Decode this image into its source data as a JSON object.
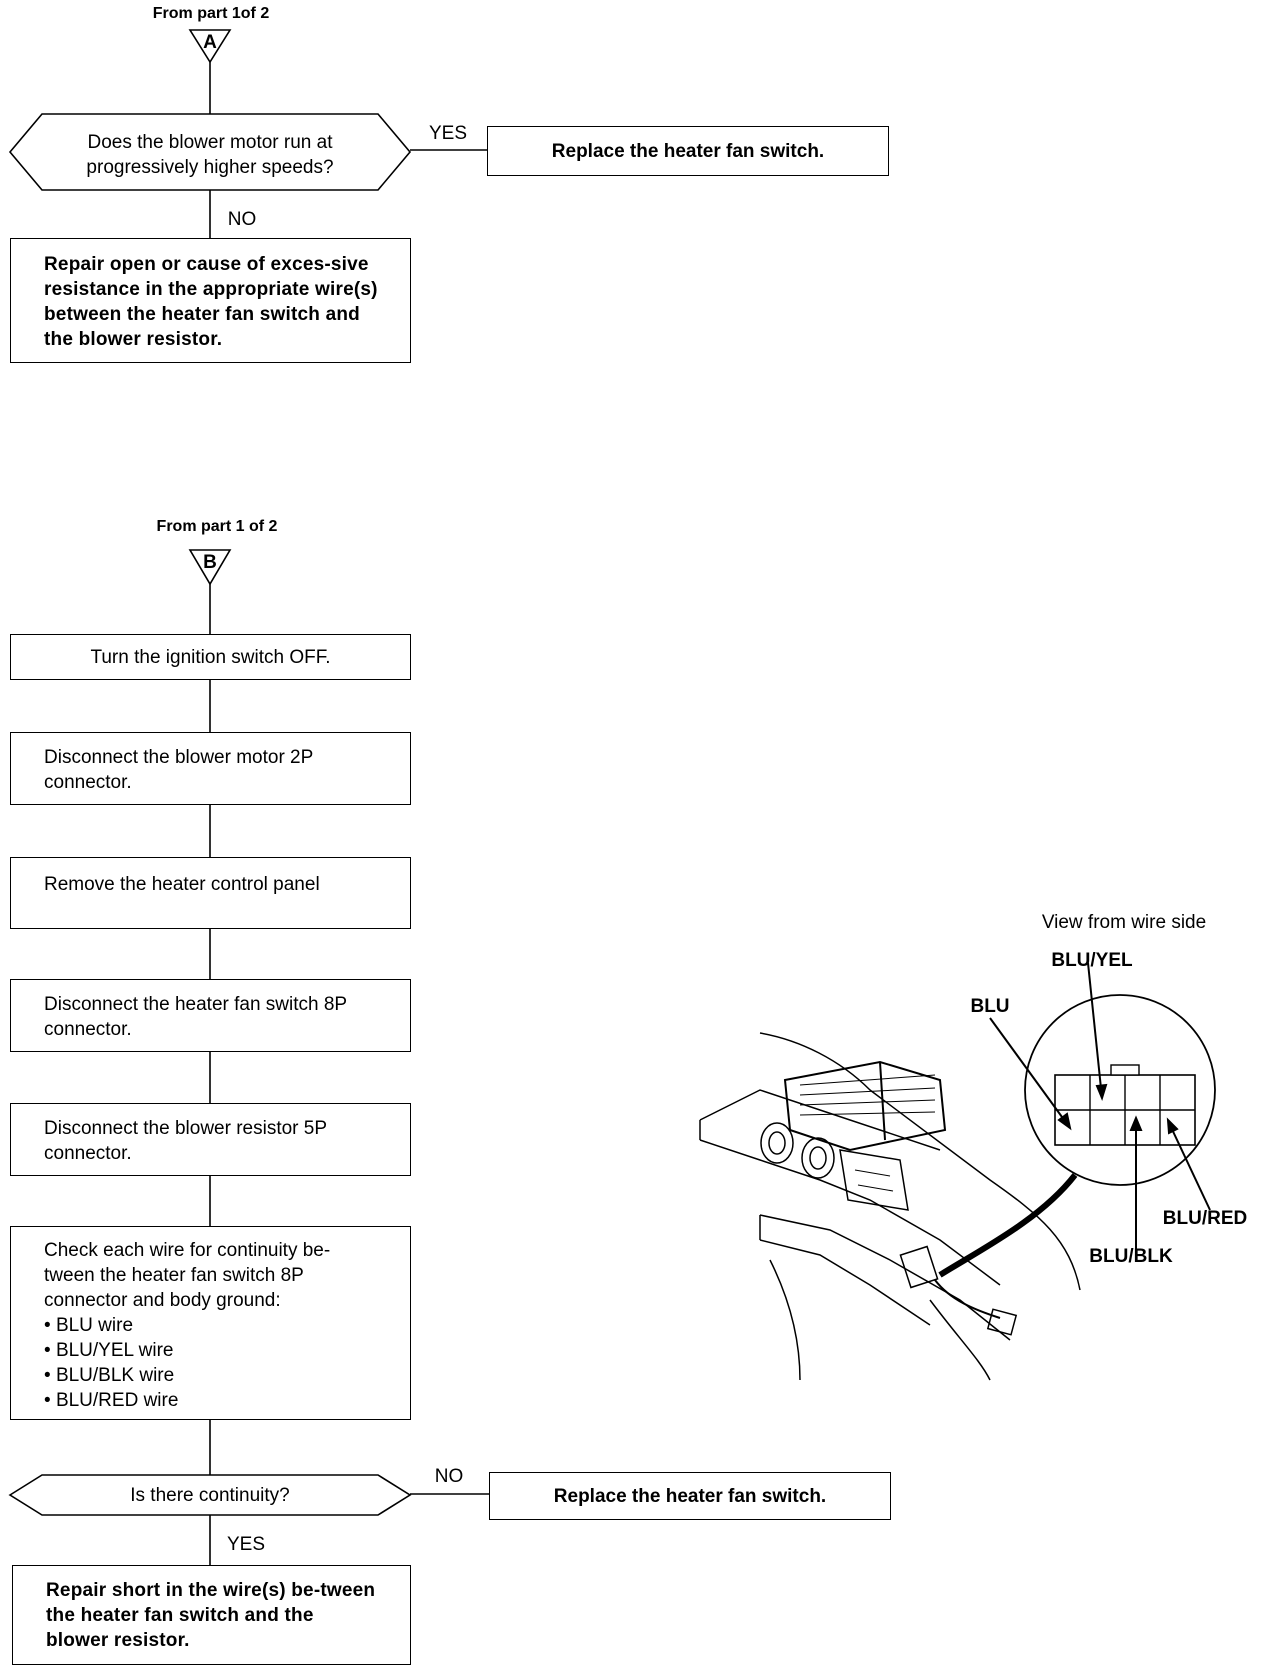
{
  "part_a": {
    "from_label": "From part 1of 2",
    "connector_letter": "A",
    "decision": {
      "line1": "Does the blower motor run at",
      "line2": "progressively higher speeds?"
    },
    "yes_label": "YES",
    "yes_action": "Replace the heater fan switch.",
    "no_label": "NO",
    "no_action": "Repair open or cause of exces-sive resistance in the appropriate wire(s) between the heater fan switch and the blower resistor."
  },
  "part_b": {
    "from_label": "From part 1 of 2",
    "connector_letter": "B",
    "steps": [
      "Turn the ignition switch OFF.",
      "Disconnect the blower motor 2P connector.",
      "Remove the heater control panel",
      "Disconnect the heater fan switch 8P connector.",
      "Disconnect the blower resistor 5P connector."
    ],
    "check_step": {
      "intro": "Check each wire for continuity be-tween the heater fan switch 8P connector and body ground:",
      "items": [
        "BLU wire",
        "BLU/YEL wire",
        "BLU/BLK wire",
        "BLU/RED wire"
      ]
    },
    "decision": "Is there continuity?",
    "no_label": "NO",
    "no_action": "Replace the heater fan switch.",
    "yes_label": "YES",
    "yes_action": "Repair short in the wire(s) be-tween the heater fan switch and the blower resistor."
  },
  "connector_view": {
    "caption": "View from wire side",
    "wire_labels": [
      "BLU",
      "BLU/YEL",
      "BLU/RED",
      "BLU/BLK"
    ]
  }
}
